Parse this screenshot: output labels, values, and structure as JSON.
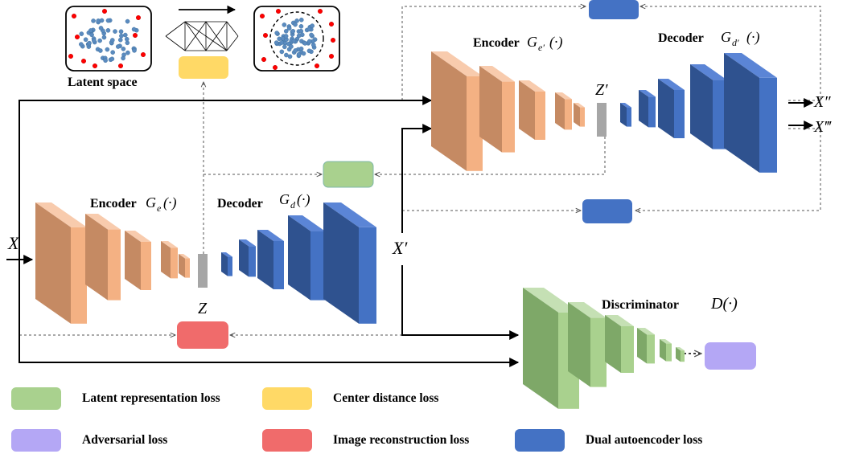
{
  "colors": {
    "encoder_front": "#f4b183",
    "encoder_side": "#c58a63",
    "encoder_top": "#f8cbad",
    "decoder_front": "#4472c4",
    "decoder_side": "#2f528f",
    "decoder_top": "#5b85d6",
    "disc_front": "#a9d18e",
    "disc_side": "#7ea868",
    "disc_top": "#c5e0b4",
    "latent_bar": "#a6a6a6",
    "latent_loss": "#a9d18e",
    "center_loss": "#ffd966",
    "adversarial_loss": "#b4a7f5",
    "image_rec_loss": "#f06b6b",
    "dual_ae_loss": "#4472c4",
    "dot_blue": "#5b8bbf",
    "dot_red": "#ff0000"
  },
  "labels": {
    "latent_space": "Latent space",
    "encoder1": "Encoder",
    "encoder1_math": "G",
    "encoder1_sub": "e",
    "encoder1_arg": "(·)",
    "decoder1": "Decoder",
    "decoder1_math": "G",
    "decoder1_sub": "d",
    "decoder1_arg": "(·)",
    "encoder2": "Encoder",
    "encoder2_math": "G",
    "encoder2_sub": "e′",
    "encoder2_arg": "(·)",
    "decoder2": "Decoder",
    "decoder2_math": "G",
    "decoder2_sub": "d′",
    "decoder2_arg": "(·)",
    "discriminator": "Discriminator",
    "discriminator_math": "D(·)",
    "x": "X",
    "x_prime": "X′",
    "x_dprime": "X″",
    "x_tprime": "X‴",
    "z": "Z",
    "z_prime": "Z′"
  },
  "legend": [
    {
      "key": "latent",
      "label": "Latent representation loss",
      "color": "#a9d18e"
    },
    {
      "key": "center",
      "label": "Center distance loss",
      "color": "#ffd966"
    },
    {
      "key": "adversarial",
      "label": "Adversarial loss",
      "color": "#b4a7f5"
    },
    {
      "key": "image",
      "label": "Image reconstruction loss",
      "color": "#f06b6b"
    },
    {
      "key": "dual",
      "label": "Dual autoencoder loss",
      "color": "#4472c4"
    }
  ]
}
